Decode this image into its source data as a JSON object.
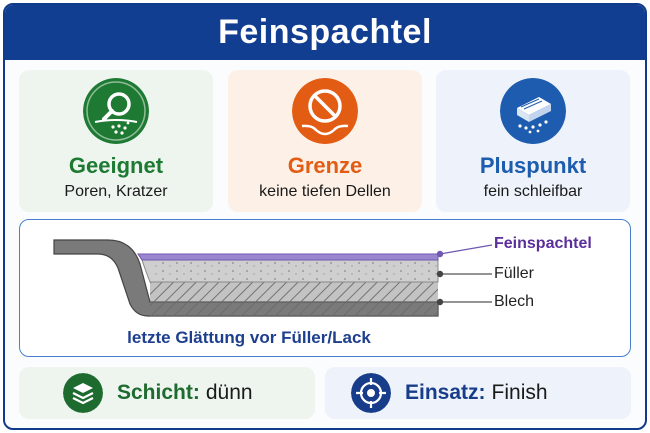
{
  "title": "Feinspachtel",
  "cards": [
    {
      "title": "Geeignet",
      "text": "Poren, Kratzer",
      "icon": "magnifier-icon",
      "color": "#1e7a33"
    },
    {
      "title": "Grenze",
      "text": "keine tiefen Dellen",
      "icon": "prohibited-icon",
      "color": "#e35c14"
    },
    {
      "title": "Pluspunkt",
      "text": "fein schleifbar",
      "icon": "sanding-block-icon",
      "color": "#1d5cae"
    }
  ],
  "diagram": {
    "caption": "letzte Glättung vor Füller/Lack",
    "layers": [
      "Feinspachtel",
      "Füller",
      "Blech"
    ]
  },
  "footer": {
    "layer": {
      "key": "Schicht:",
      "value": "dünn",
      "icon": "layers-icon"
    },
    "usage": {
      "key": "Einsatz:",
      "value": "Finish",
      "icon": "target-icon"
    }
  }
}
